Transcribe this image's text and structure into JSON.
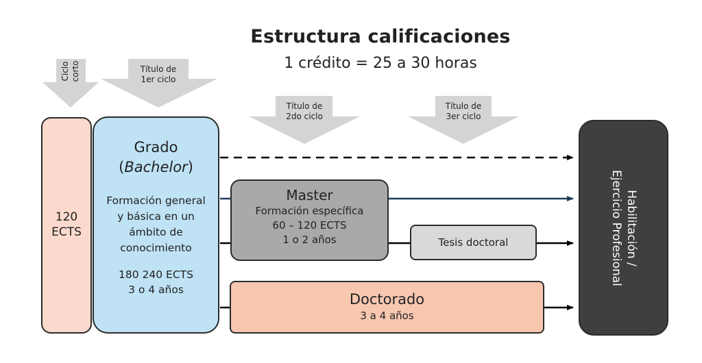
{
  "title": "Estructura calificaciones",
  "subtitle": "1 crédito = 25 a 30 horas",
  "arrows": {
    "ciclo_corto": [
      "Ciclo",
      "corto"
    ],
    "titulo_1": [
      "Título de",
      "1er ciclo"
    ],
    "titulo_2": [
      "Título de",
      "2do ciclo"
    ],
    "titulo_3": [
      "Título de",
      "3er ciclo"
    ]
  },
  "ects_box": [
    "120",
    "ECTS"
  ],
  "grado": {
    "title": "Grado",
    "subtitle_prefix": "(",
    "subtitle_italic": "Bachelor",
    "subtitle_suffix": ")",
    "description": [
      "Formación general",
      "y básica en un",
      "ámbito de",
      "conocimiento"
    ],
    "ects": "180 240 ECTS",
    "duration": "3 o 4 años"
  },
  "master": {
    "title": "Master",
    "description": "Formación específica",
    "ects": "60 – 120 ECTS",
    "duration": "1 o 2 años"
  },
  "tesis": "Tesis doctoral",
  "doctorado": {
    "title": "Doctorado",
    "duration": "3 a 4 años"
  },
  "habilitacion": [
    "Habilitación /",
    "Ejercicio Profesional"
  ],
  "colors": {
    "ects_fill": "#fbd9cc",
    "grado_fill": "#bfe2f5",
    "master_fill": "#a9a9a9",
    "tesis_fill": "#d9d9d9",
    "doctorado_fill": "#f8c7b0",
    "habilitacion_fill": "#3f3f3f",
    "down_arrow_fill": "#d4d4d4",
    "connector_blue": "#1f3a5a"
  }
}
